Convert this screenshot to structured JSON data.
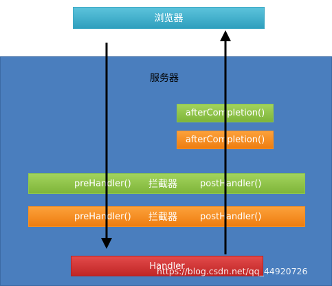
{
  "browser": {
    "label": "浏览器"
  },
  "server": {
    "label": "服务器"
  },
  "interceptors": {
    "after_green": "afterCompletion()",
    "after_orange": "afterCompletion()",
    "green": {
      "pre": "preHandler()",
      "name": "拦截器",
      "post": "postHandler()"
    },
    "orange": {
      "pre": "preHandler()",
      "name": "拦截器",
      "post": "postHandler()"
    }
  },
  "handler": {
    "label": "Handler"
  },
  "watermark": "https://blog.csdn.net/qq_44920726",
  "colors": {
    "browser": "#4bb4d0",
    "server": "#4a7ebe",
    "interceptor_green": "#8ec74d",
    "interceptor_orange": "#f58f22",
    "handler": "#d03636",
    "arrow": "#000000"
  }
}
